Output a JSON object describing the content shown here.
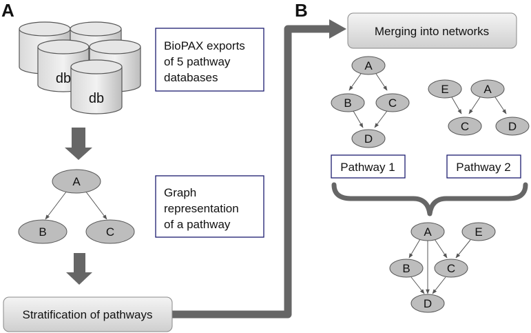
{
  "panels": {
    "a": "A",
    "b": "B"
  },
  "colors": {
    "node_fill": "#bdbdbd",
    "arrow_gray": "#666666",
    "box_border": "#1a1a6e"
  },
  "db_labels": [
    "db",
    "db",
    "db",
    "db",
    "db"
  ],
  "boxes": {
    "biopax": [
      "BioPAX exports",
      "of 5 pathway",
      "databases"
    ],
    "graph_rep": [
      "Graph",
      "representation",
      "of a pathway"
    ],
    "stratification": "Stratification of pathways",
    "merging": "Merging into networks",
    "pathway1": "Pathway 1",
    "pathway2": "Pathway 2"
  },
  "example_graph": {
    "nodes": [
      "A",
      "B",
      "C"
    ]
  },
  "pathway1_graph": {
    "nodes": [
      "A",
      "B",
      "C",
      "D"
    ]
  },
  "pathway2_graph": {
    "nodes": [
      "E",
      "A",
      "C",
      "D"
    ]
  },
  "merged_graph": {
    "nodes": [
      "A",
      "E",
      "B",
      "C",
      "D"
    ]
  }
}
